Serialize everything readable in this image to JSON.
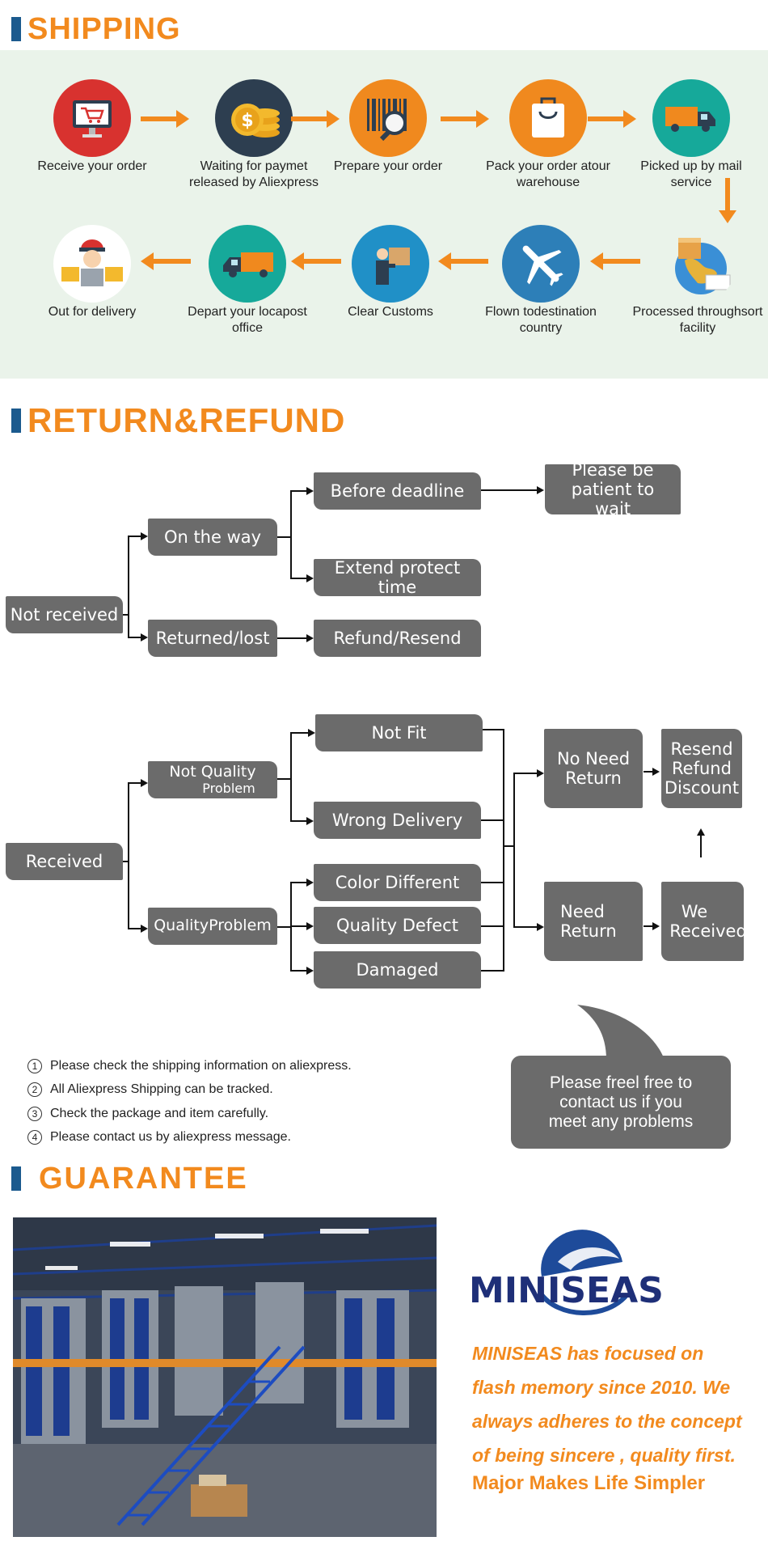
{
  "shipping": {
    "title": "SHIPPING",
    "steps": [
      {
        "label": "Receive your order",
        "icon": "cart-computer-icon"
      },
      {
        "label": "Waiting for paymet released by Aliexpress",
        "icon": "coins-icon"
      },
      {
        "label": "Prepare your order",
        "icon": "barcode-magnifier-icon"
      },
      {
        "label": "Pack your order atour warehouse",
        "icon": "shopping-bag-icon"
      },
      {
        "label": "Picked up by mail service",
        "icon": "delivery-truck-icon"
      },
      {
        "label": "Processed throughsort facility",
        "icon": "globe-package-icon"
      },
      {
        "label": "Flown todestination country",
        "icon": "airplane-icon"
      },
      {
        "label": "Clear Customs",
        "icon": "person-carrying-box-icon"
      },
      {
        "label": "Depart your locapost office",
        "icon": "delivery-truck-icon"
      },
      {
        "label": "Out for delivery",
        "icon": "courier-icon"
      }
    ],
    "colors": {
      "accent": "#f28a1e",
      "panel": "#eaf3ea"
    }
  },
  "refund": {
    "title": "RETURN&REFUND",
    "not_received": {
      "root": "Not received",
      "on_the_way": "On the way",
      "returned_lost": "Returned/lost",
      "before_deadline": "Before deadline",
      "extend": "Extend protect time",
      "refund_resend": "Refund/Resend",
      "wait": "Please be patient to wait"
    },
    "received": {
      "root": "Received",
      "not_quality": "Not Quality",
      "not_quality_sub": "Problem",
      "quality": "QualityProblem",
      "not_fit": "Not Fit",
      "wrong_delivery": "Wrong Delivery",
      "color_different": "Color Different",
      "quality_defect": "Quality Defect",
      "damaged": "Damaged",
      "no_need_1": "No Need",
      "no_need_2": "Return",
      "need_1": "Need",
      "need_2": "Return",
      "resend_1": "Resend",
      "resend_2": "Refund",
      "resend_3": "Discount",
      "we_1": "We",
      "we_2": "Received"
    },
    "notes": [
      {
        "num": "1",
        "text": "Please check the shipping information on aliexpress."
      },
      {
        "num": "2",
        "text": "All Aliexpress Shipping can be tracked."
      },
      {
        "num": "3",
        "text": "Check the package and item carefully."
      },
      {
        "num": "4",
        "text": "Please contact us by aliexpress message."
      }
    ],
    "bubble": {
      "l1": "Please freel free to",
      "l2": "contact us if you",
      "l3": "meet any problems"
    }
  },
  "guarantee": {
    "title": "GUARANTEE",
    "logo_text": "MINISEAS",
    "brand_lines": [
      "MINISEAS has focused on",
      "flash memory since 2010. We",
      "always adheres to the concept",
      "of being sincere , quality first."
    ],
    "slogan": "Major Makes Life Simpler"
  }
}
